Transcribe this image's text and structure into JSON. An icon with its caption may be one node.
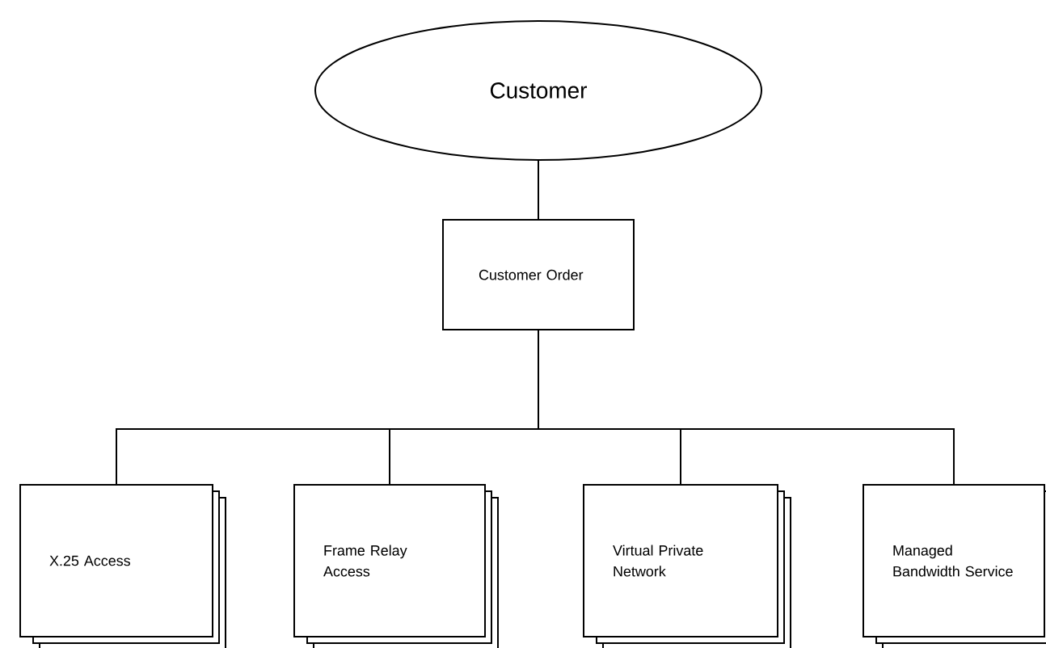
{
  "diagram": {
    "nodes": [
      {
        "text": [
          "Customer"
        ]
      },
      {
        "text": [
          "Customer Order"
        ]
      },
      {
        "text": [
          "X.25 Access"
        ]
      },
      {
        "text": [
          "Frame Relay Access"
        ]
      },
      {
        "text": [
          "Virtual Private Network"
        ]
      },
      {
        "text": [
          "Managed Bandwidth Service"
        ]
      }
    ],
    "edges": [
      {
        "from": 0,
        "to": 1,
        "arrow": "none"
      },
      {
        "from": 1,
        "to": 2,
        "arrow": "none"
      },
      {
        "from": 1,
        "to": 3,
        "arrow": "none"
      },
      {
        "from": 1,
        "to": 4,
        "arrow": "none"
      },
      {
        "from": 1,
        "to": 5,
        "arrow": "none"
      }
    ]
  }
}
